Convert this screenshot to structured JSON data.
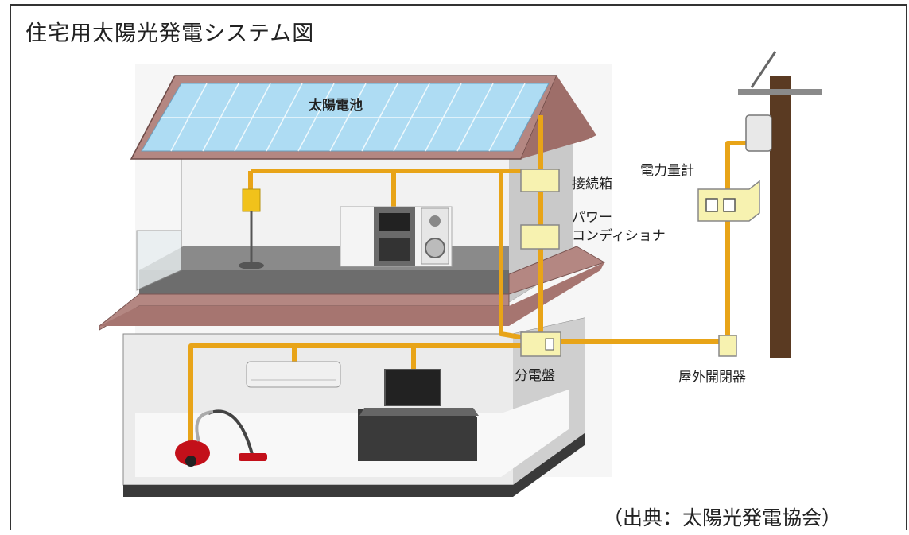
{
  "title": "住宅用太陽光発電システム図",
  "labels": {
    "solar_panel": "太陽電池",
    "junction_box": "接続箱",
    "power_conditioner_line1": "パワー",
    "power_conditioner_line2": "コンディショナ",
    "power_meter": "電力量計",
    "distribution_board": "分電盤",
    "outdoor_switch": "屋外開閉器"
  },
  "source": "（出典：太陽光発電協会）",
  "colors": {
    "wire": "#e8a418",
    "panel": "#aedcf3",
    "roof": "#b48782",
    "box": "#f7f2b0",
    "wall": "#ececec",
    "pole": "#5a3a22"
  }
}
